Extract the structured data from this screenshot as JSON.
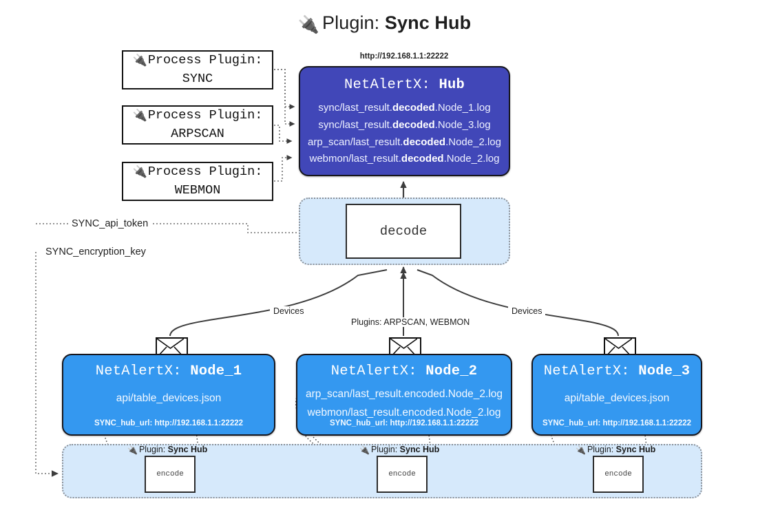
{
  "title": {
    "icon": "plug-icon",
    "prefix": "Plugin:",
    "name": "Sync Hub"
  },
  "process_plugins": [
    {
      "icon": "plug-icon",
      "line1": "Process Plugin:",
      "line2": "SYNC"
    },
    {
      "icon": "plug-icon",
      "line1": "Process Plugin:",
      "line2": "ARPSCAN"
    },
    {
      "icon": "plug-icon",
      "line1": "Process Plugin:",
      "line2": "WEBMON"
    }
  ],
  "hub": {
    "url": "http://192.168.1.1:22222",
    "title_prefix": "NetAlertX:",
    "title_name": "Hub",
    "logs": [
      {
        "pre": "sync/last_result.",
        "em": "decoded",
        "post": ".Node_1.log"
      },
      {
        "pre": "sync/last_result.",
        "em": "decoded",
        "post": ".Node_3.log"
      },
      {
        "pre": "arp_scan/last_result.",
        "em": "decoded",
        "post": ".Node_2.log"
      },
      {
        "pre": "webmon/last_result.",
        "em": "decoded",
        "post": ".Node_2.log"
      }
    ]
  },
  "decode": {
    "label": "decode"
  },
  "tokens": {
    "api_token": "SYNC_api_token",
    "encryption_key": "SYNC_encryption_key"
  },
  "edge_labels": {
    "devices_left": "Devices",
    "devices_right": "Devices",
    "plugins_center": "Plugins: ARPSCAN, WEBMON"
  },
  "nodes": [
    {
      "title_prefix": "NetAlertX:",
      "title_name": "Node_1",
      "lines": [
        "api/table_devices.json"
      ],
      "hub_url_label": "SYNC_hub_url: http://192.168.1.1:22222"
    },
    {
      "title_prefix": "NetAlertX:",
      "title_name": "Node_2",
      "lines": [
        "arp_scan/last_result.encoded.Node_2.log",
        "webmon/last_result.encoded.Node_2.log"
      ],
      "hub_url_label": "SYNC_hub_url: http://192.168.1.1:22222"
    },
    {
      "title_prefix": "NetAlertX:",
      "title_name": "Node_3",
      "lines": [
        "api/table_devices.json"
      ],
      "hub_url_label": "SYNC_hub_url: http://192.168.1.1:22222"
    }
  ],
  "encode_groups": [
    {
      "label_prefix": "Plugin:",
      "label_name": "Sync Hub",
      "box": "encode"
    },
    {
      "label_prefix": "Plugin:",
      "label_name": "Sync Hub",
      "box": "encode"
    },
    {
      "label_prefix": "Plugin:",
      "label_name": "Sync Hub",
      "box": "encode"
    }
  ],
  "colors": {
    "hub_fill": "#4147b8",
    "node_fill": "#3498f0",
    "cluster_fill": "#d6e9fb",
    "stroke": "#16161d",
    "page_bg": "#ffffff"
  }
}
